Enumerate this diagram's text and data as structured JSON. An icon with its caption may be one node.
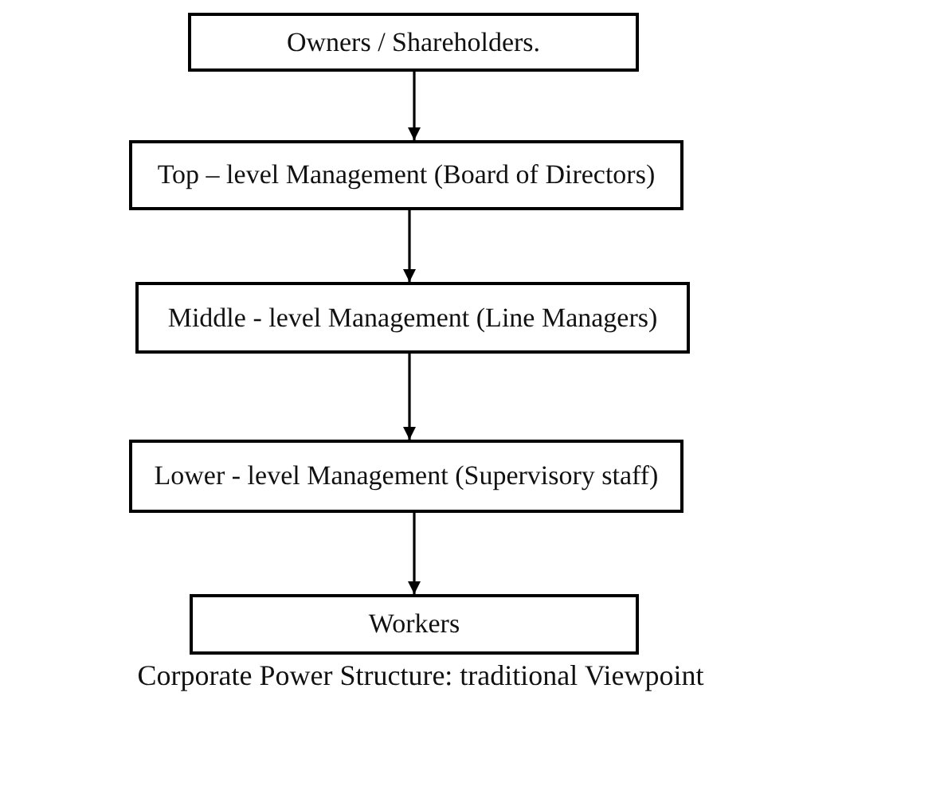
{
  "diagram": {
    "caption": "Corporate Power Structure: traditional Viewpoint",
    "nodes": [
      {
        "text": [
          "Owners / Shareholders."
        ]
      },
      {
        "text": [
          "Top – level Management (Board of Directors)"
        ]
      },
      {
        "text": [
          "Middle - level Management (Line Managers)"
        ]
      },
      {
        "text": [
          "Lower - level Management (Supervisory staff)"
        ]
      },
      {
        "text": [
          "Workers"
        ]
      }
    ],
    "edges": [
      {
        "from": 0,
        "to": 1,
        "arrow": "to"
      },
      {
        "from": 1,
        "to": 2,
        "arrow": "to"
      },
      {
        "from": 2,
        "to": 3,
        "arrow": "to"
      },
      {
        "from": 3,
        "to": 4,
        "arrow": "to"
      }
    ]
  }
}
